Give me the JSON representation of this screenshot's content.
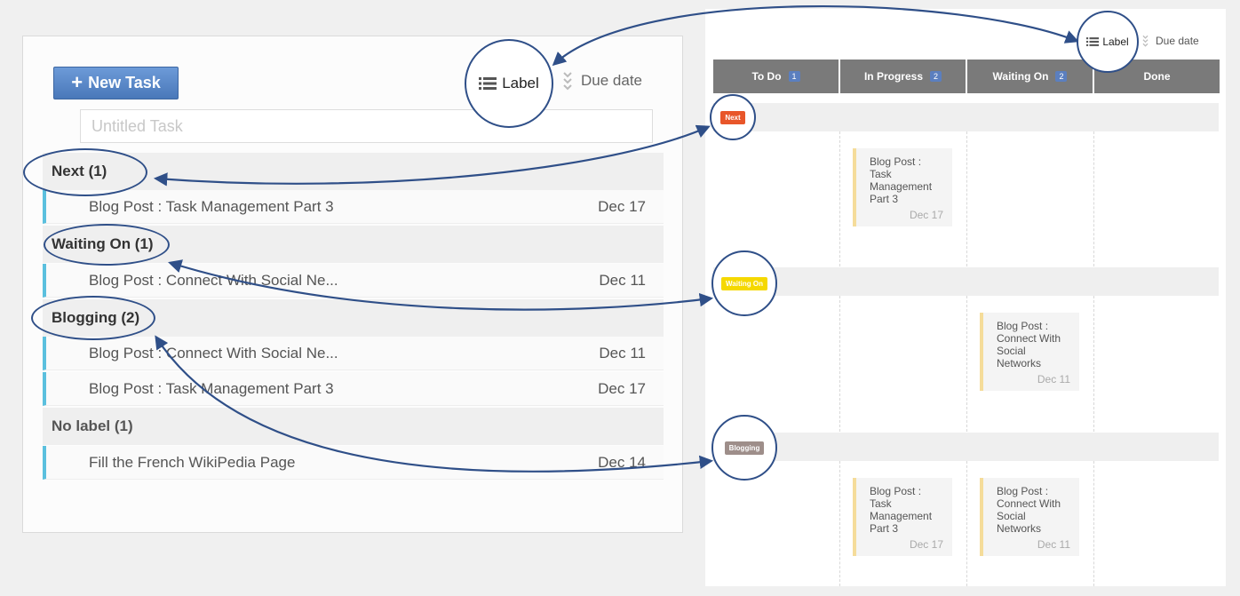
{
  "list_view": {
    "new_task_label": "New Task",
    "sort": {
      "label": "Label",
      "due": "Due date"
    },
    "task_input": {
      "placeholder": "Untitled Task",
      "value": ""
    },
    "groups": [
      {
        "title": "Next (1)",
        "tasks": [
          {
            "title": "Blog Post : Task Management Part 3",
            "date": "Dec 17"
          }
        ]
      },
      {
        "title": "Waiting On (1)",
        "tasks": [
          {
            "title": "Blog Post : Connect With Social Ne...",
            "date": "Dec 11"
          }
        ]
      },
      {
        "title": "Blogging (2)",
        "tasks": [
          {
            "title": "Blog Post : Connect With Social Ne...",
            "date": "Dec 11"
          },
          {
            "title": "Blog Post : Task Management Part 3",
            "date": "Dec 17"
          }
        ]
      },
      {
        "title": "No label (1)",
        "tasks": [
          {
            "title": "Fill the French WikiPedia Page",
            "date": "Dec 14"
          }
        ]
      }
    ]
  },
  "board_view": {
    "sort": {
      "label": "Label",
      "due": "Due date"
    },
    "columns": [
      {
        "title": "To Do",
        "count": "1"
      },
      {
        "title": "In Progress",
        "count": "2"
      },
      {
        "title": "Waiting On",
        "count": "2"
      },
      {
        "title": "Done",
        "count": ""
      }
    ],
    "lanes": [
      {
        "tag": "Next",
        "color": "#e8562a",
        "cards": [
          {
            "title": "Blog Post : Task Management Part 3",
            "date": "Dec 17",
            "column": 1
          }
        ]
      },
      {
        "tag": "Waiting On",
        "color": "#f5d800",
        "cards": [
          {
            "title": "Blog Post : Connect With Social Networks",
            "date": "Dec 11",
            "column": 2
          }
        ]
      },
      {
        "tag": "Blogging",
        "color": "#9e8e8a",
        "cards": [
          {
            "title": "Blog Post : Task Management Part 3",
            "date": "Dec 17",
            "column": 1
          },
          {
            "title": "Blog Post : Connect With Social Networks",
            "date": "Dec 11",
            "column": 2
          }
        ]
      }
    ]
  },
  "colors": {
    "accent": "#4a78b9",
    "row_marker": "#5bc0de",
    "card_marker": "#f5dc9a",
    "column_header": "#7a7a7a",
    "annotation": "#2f4f88"
  },
  "icons": [
    "plus-icon",
    "list-icon",
    "chevron-down-icon"
  ]
}
